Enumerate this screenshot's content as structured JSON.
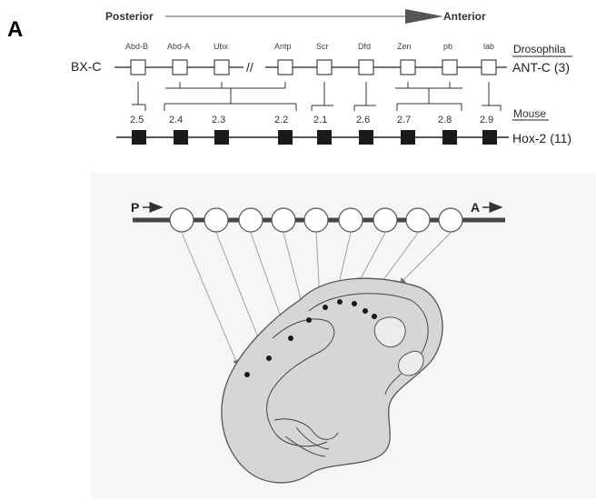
{
  "panel_label": "A",
  "axis": {
    "left": "Posterior",
    "right": "Anterior"
  },
  "drosophila": {
    "label": "Drosophila",
    "left_complex": "BX-C",
    "right_complex": "ANT-C (3)",
    "genes": [
      "Abd-B",
      "Abd-A",
      "Ubx",
      "Antp",
      "Scr",
      "Dfd",
      "Zen",
      "pb",
      "lab"
    ],
    "break_mark": "//"
  },
  "mouse": {
    "label": "Mouse",
    "cluster": "Hox-2 (11)",
    "genes": [
      "2.5",
      "2.4",
      "2.3",
      "2.2",
      "2.1",
      "2.6",
      "2.7",
      "2.8",
      "2.9"
    ]
  },
  "embryo_panel": {
    "posterior_marker": "P",
    "anterior_marker": "A",
    "circle_count": 9
  }
}
